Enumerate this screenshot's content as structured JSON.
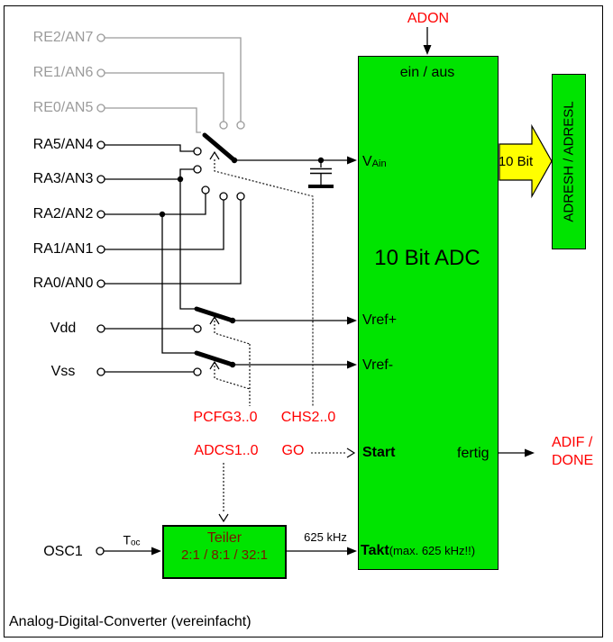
{
  "colors": {
    "green": "#00e400",
    "yellow": "#ffff00",
    "red": "#ff0000",
    "gray": "#9b9b9b",
    "teiler-text": "#7a1600"
  },
  "caption": "Analog-Digital-Converter (vereinfacht)",
  "pins": [
    {
      "label": "RE2/AN7"
    },
    {
      "label": "RE1/AN6"
    },
    {
      "label": "RE0/AN5"
    },
    {
      "label": "RA5/AN4"
    },
    {
      "label": "RA3/AN3"
    },
    {
      "label": "RA2/AN2"
    },
    {
      "label": "RA1/AN1"
    },
    {
      "label": "RA0/AN0"
    },
    {
      "label": "Vdd"
    },
    {
      "label": "Vss"
    },
    {
      "label": "OSC1"
    }
  ],
  "registers": {
    "adon": "ADON",
    "pcfg": "PCFG3..0",
    "chs": "CHS2..0",
    "adcs": "ADCS1..0",
    "go": "GO",
    "adif_line1": "ADIF /",
    "adif_line2": "DONE"
  },
  "adc": {
    "power": "ein / aus",
    "vin_main": "V",
    "vin_sub": "Ain",
    "title": "10 Bit ADC",
    "vref_plus": "Vref+",
    "vref_minus": "Vref-",
    "start": "Start",
    "done": "fertig",
    "clock": "Takt",
    "clock_note": "(max. 625 kHz!!)"
  },
  "result": {
    "bus_width": "10 Bit",
    "register": "ADRESH / ADRESL"
  },
  "prescaler": {
    "title": "Teiler",
    "ratios": "2:1 / 8:1 / 32:1"
  },
  "clock": {
    "t_main": "T",
    "t_sub": "oc",
    "freq": "625 kHz"
  }
}
